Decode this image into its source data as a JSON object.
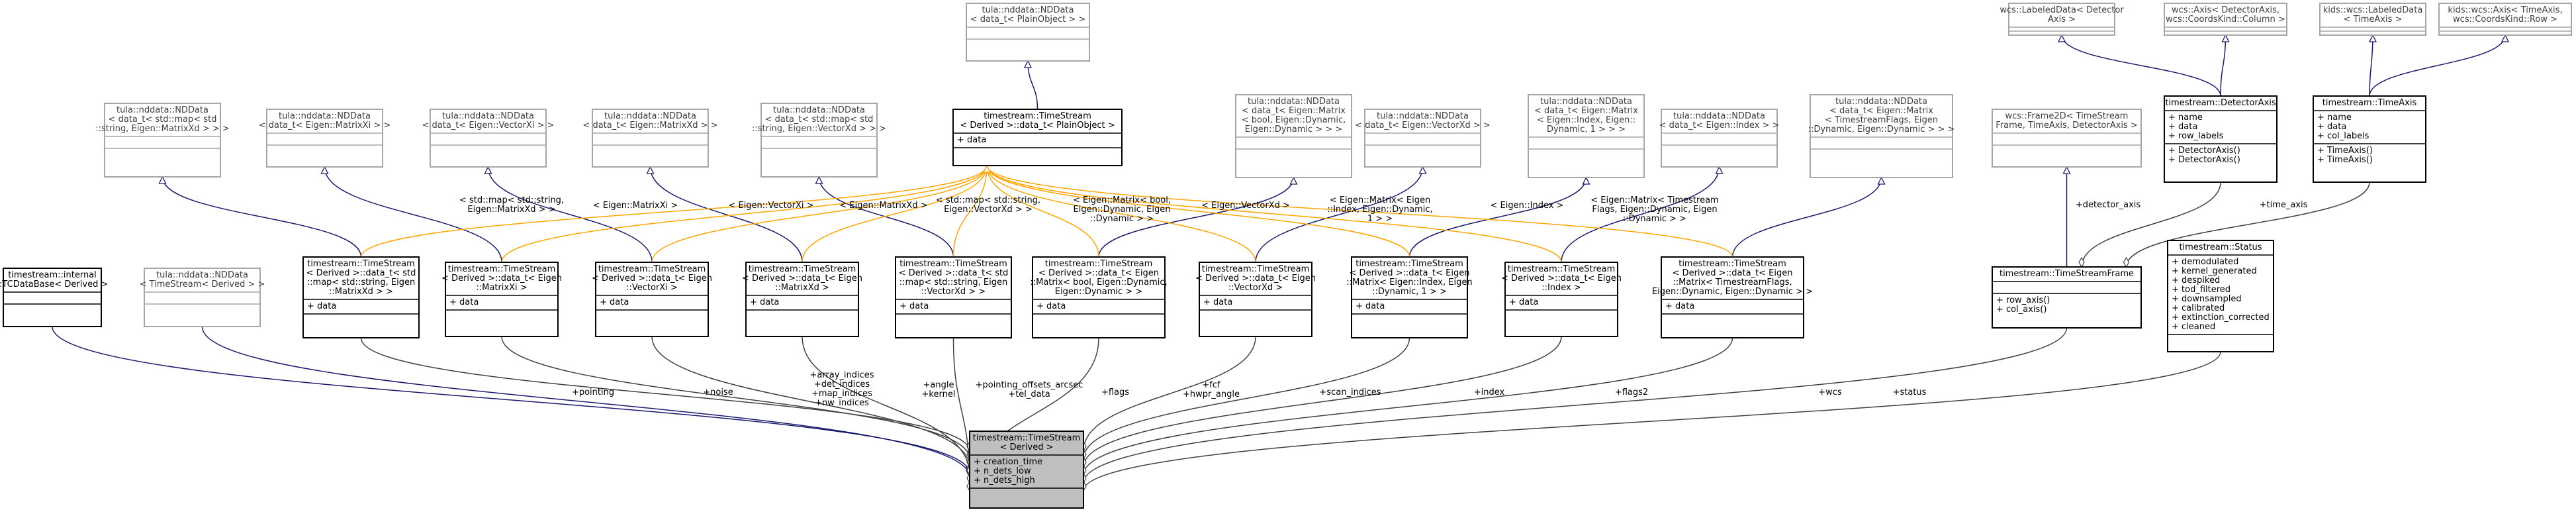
{
  "classes": [
    {
      "id": "target",
      "title": [
        "timestream::TimeStream",
        "< Derived >"
      ],
      "members": [
        [
          "creation_time",
          "n_dets_low",
          "n_dets_high"
        ],
        []
      ],
      "style": "target"
    },
    {
      "id": "tcdatabase",
      "title": [
        "timestream::internal",
        "::TCDataBase< Derived >"
      ],
      "members": [
        [],
        []
      ],
      "style": "normal"
    },
    {
      "id": "nd_ts_derived",
      "title": [
        "tula::nddata::NDData",
        "< TimeStream< Derived > >"
      ],
      "members": [
        [],
        []
      ],
      "style": "gray"
    },
    {
      "id": "ts_map_matrix",
      "title": [
        "timestream::TimeStream",
        "< Derived >::data_t< std",
        "::map< std::string, Eigen",
        "::MatrixXd > >"
      ],
      "members": [
        [
          "data"
        ],
        []
      ],
      "style": "normal"
    },
    {
      "id": "ts_matrixxi",
      "title": [
        "timestream::TimeStream",
        "< Derived >::data_t< Eigen",
        "::MatrixXi >"
      ],
      "members": [
        [
          "data"
        ],
        []
      ],
      "style": "normal"
    },
    {
      "id": "ts_vectorxi",
      "title": [
        "timestream::TimeStream",
        "< Derived >::data_t< Eigen",
        "::VectorXi >"
      ],
      "members": [
        [
          "data"
        ],
        []
      ],
      "style": "normal"
    },
    {
      "id": "ts_matrixxd",
      "title": [
        "timestream::TimeStream",
        "< Derived >::data_t< Eigen",
        "::MatrixXd >"
      ],
      "members": [
        [
          "data"
        ],
        []
      ],
      "style": "normal"
    },
    {
      "id": "ts_map_vector",
      "title": [
        "timestream::TimeStream",
        "< Derived >::data_t< std",
        "::map< std::string, Eigen",
        "::VectorXd > >"
      ],
      "members": [
        [
          "data"
        ],
        []
      ],
      "style": "normal"
    },
    {
      "id": "ts_matrix_bool",
      "title": [
        "timestream::TimeStream",
        "< Derived >::data_t< Eigen",
        "::Matrix< bool, Eigen::Dynamic,",
        "Eigen::Dynamic > >"
      ],
      "members": [
        [
          "data"
        ],
        []
      ],
      "style": "normal"
    },
    {
      "id": "ts_vectorxd",
      "title": [
        "timestream::TimeStream",
        "< Derived >::data_t< Eigen",
        "::VectorXd >"
      ],
      "members": [
        [
          "data"
        ],
        []
      ],
      "style": "normal"
    },
    {
      "id": "ts_matrix_index",
      "title": [
        "timestream::TimeStream",
        "< Derived >::data_t< Eigen",
        "::Matrix< Eigen::Index, Eigen",
        "::Dynamic, 1 > >"
      ],
      "members": [
        [
          "data"
        ],
        []
      ],
      "style": "normal"
    },
    {
      "id": "ts_index",
      "title": [
        "timestream::TimeStream",
        "< Derived >::data_t< Eigen",
        "::Index >"
      ],
      "members": [
        [
          "data"
        ],
        []
      ],
      "style": "normal"
    },
    {
      "id": "ts_flags",
      "title": [
        "timestream::TimeStream",
        "< Derived >::data_t< Eigen",
        "::Matrix< TimestreamFlags,",
        "Eigen::Dynamic, Eigen::Dynamic > >"
      ],
      "members": [
        [
          "data"
        ],
        []
      ],
      "style": "normal"
    },
    {
      "id": "ts_frame",
      "title": [
        "timestream::TimeStreamFrame"
      ],
      "members": [
        [],
        [
          "row_axis()",
          "col_axis()"
        ]
      ],
      "style": "normal"
    },
    {
      "id": "status",
      "title": [
        "timestream::Status"
      ],
      "members": [
        [
          "demodulated",
          "kernel_generated",
          "despiked",
          "tod_filtered",
          "downsampled",
          "calibrated",
          "extinction_corrected",
          "cleaned"
        ],
        []
      ],
      "style": "normal"
    },
    {
      "id": "nd_plain",
      "title": [
        "tula::nddata::NDData",
        "< data_t< PlainObject > >"
      ],
      "members": [
        [],
        []
      ],
      "style": "gray"
    },
    {
      "id": "ts_plain",
      "title": [
        "timestream::TimeStream",
        "< Derived >::data_t< PlainObject >"
      ],
      "members": [
        [
          "data"
        ],
        []
      ],
      "style": "normal"
    },
    {
      "id": "nd_map_matrix",
      "title": [
        "tula::nddata::NDData",
        "< data_t< std::map< std",
        "::string, Eigen::MatrixXd > > >"
      ],
      "members": [
        [],
        []
      ],
      "style": "gray"
    },
    {
      "id": "nd_matrixxi",
      "title": [
        "tula::nddata::NDData",
        "< data_t< Eigen::MatrixXi > >"
      ],
      "members": [
        [],
        []
      ],
      "style": "gray"
    },
    {
      "id": "nd_vectorxi",
      "title": [
        "tula::nddata::NDData",
        "< data_t< Eigen::VectorXi > >"
      ],
      "members": [
        [],
        []
      ],
      "style": "gray"
    },
    {
      "id": "nd_matrixxd",
      "title": [
        "tula::nddata::NDData",
        "< data_t< Eigen::MatrixXd > >"
      ],
      "members": [
        [],
        []
      ],
      "style": "gray"
    },
    {
      "id": "nd_map_vector",
      "title": [
        "tula::nddata::NDData",
        "< data_t< std::map< std",
        "::string, Eigen::VectorXd > > >"
      ],
      "members": [
        [],
        []
      ],
      "style": "gray"
    },
    {
      "id": "nd_matrix_bool",
      "title": [
        "tula::nddata::NDData",
        "< data_t< Eigen::Matrix",
        "< bool, Eigen::Dynamic,",
        "Eigen::Dynamic > > >"
      ],
      "members": [
        [],
        []
      ],
      "style": "gray"
    },
    {
      "id": "nd_vectorxd",
      "title": [
        "tula::nddata::NDData",
        "< data_t< Eigen::VectorXd > >"
      ],
      "members": [
        [],
        []
      ],
      "style": "gray"
    },
    {
      "id": "nd_matrix_index",
      "title": [
        "tula::nddata::NDData",
        "< data_t< Eigen::Matrix",
        "< Eigen::Index, Eigen::",
        "Dynamic, 1 > > >"
      ],
      "members": [
        [],
        []
      ],
      "style": "gray"
    },
    {
      "id": "nd_index",
      "title": [
        "tula::nddata::NDData",
        "< data_t< Eigen::Index > >"
      ],
      "members": [
        [],
        []
      ],
      "style": "gray"
    },
    {
      "id": "nd_flags",
      "title": [
        "tula::nddata::NDData",
        "< data_t< Eigen::Matrix",
        "< TimestreamFlags, Eigen",
        "::Dynamic, Eigen::Dynamic > > >"
      ],
      "members": [
        [],
        []
      ],
      "style": "gray"
    },
    {
      "id": "wcs_frame2d",
      "title": [
        "wcs::Frame2D< TimeStream",
        "Frame, TimeAxis, DetectorAxis >"
      ],
      "members": [
        [],
        []
      ],
      "style": "gray"
    },
    {
      "id": "detector_axis",
      "title": [
        "timestream::DetectorAxis"
      ],
      "members": [
        [
          "name",
          "data",
          "row_labels"
        ],
        [
          "DetectorAxis()",
          "DetectorAxis()"
        ]
      ],
      "style": "normal"
    },
    {
      "id": "time_axis",
      "title": [
        "timestream::TimeAxis"
      ],
      "members": [
        [
          "name",
          "data",
          "col_labels"
        ],
        [
          "TimeAxis()",
          "TimeAxis()"
        ]
      ],
      "style": "normal"
    },
    {
      "id": "wcs_labeled",
      "title": [
        "wcs::LabeledData< Detector",
        "Axis >"
      ],
      "members": [
        [],
        []
      ],
      "style": "gray"
    },
    {
      "id": "wcs_axis_detector",
      "title": [
        "wcs::Axis< DetectorAxis,",
        "wcs::CoordsKind::Column >"
      ],
      "members": [
        [],
        []
      ],
      "style": "gray"
    },
    {
      "id": "kids_labeled",
      "title": [
        "kids::wcs::LabeledData",
        "< TimeAxis >"
      ],
      "members": [
        [],
        []
      ],
      "style": "gray"
    },
    {
      "id": "kids_axis_time",
      "title": [
        "kids::wcs::Axis< TimeAxis,",
        "wcs::CoordsKind::Row >"
      ],
      "members": [
        [],
        []
      ],
      "style": "gray"
    }
  ],
  "edge_labels": [
    {
      "id": "pointing",
      "lines": [
        "+pointing"
      ]
    },
    {
      "id": "noise",
      "lines": [
        "+noise"
      ]
    },
    {
      "id": "indices",
      "lines": [
        "+array_indices",
        "+det_indices",
        "+map_indices",
        "+nw_indices"
      ]
    },
    {
      "id": "angle",
      "lines": [
        "+angle",
        "+kernel"
      ]
    },
    {
      "id": "offsets",
      "lines": [
        "+pointing_offsets_arcsec",
        "+tel_data"
      ]
    },
    {
      "id": "flags",
      "lines": [
        "+flags"
      ]
    },
    {
      "id": "fcf",
      "lines": [
        "+fcf",
        "+hwpr_angle"
      ]
    },
    {
      "id": "scan",
      "lines": [
        "+scan_indices"
      ]
    },
    {
      "id": "index",
      "lines": [
        "+index"
      ]
    },
    {
      "id": "flags2",
      "lines": [
        "+flags2"
      ]
    },
    {
      "id": "wcs",
      "lines": [
        "+wcs"
      ]
    },
    {
      "id": "status_lbl",
      "lines": [
        "+status"
      ]
    },
    {
      "id": "detector_axis_lbl",
      "lines": [
        "+detector_axis"
      ]
    },
    {
      "id": "time_axis_lbl",
      "lines": [
        "+time_axis"
      ]
    },
    {
      "id": "t_map_matrix",
      "lines": [
        "< std::map< std::string,",
        "Eigen::MatrixXd > >"
      ]
    },
    {
      "id": "t_matrixxi",
      "lines": [
        "< Eigen::MatrixXi >"
      ]
    },
    {
      "id": "t_vectorxi",
      "lines": [
        "< Eigen::VectorXi >"
      ]
    },
    {
      "id": "t_matrixxd",
      "lines": [
        "< Eigen::MatrixXd >"
      ]
    },
    {
      "id": "t_map_vector",
      "lines": [
        "< std::map< std::string,",
        "Eigen::VectorXd > >"
      ]
    },
    {
      "id": "t_matrix_bool",
      "lines": [
        "< Eigen::Matrix< bool,",
        "Eigen::Dynamic, Eigen",
        "::Dynamic > >"
      ]
    },
    {
      "id": "t_vectorxd",
      "lines": [
        "< Eigen::VectorXd >"
      ]
    },
    {
      "id": "t_matrix_index",
      "lines": [
        "< Eigen::Matrix< Eigen",
        "::Index, Eigen::Dynamic,",
        "1 > >"
      ]
    },
    {
      "id": "t_index",
      "lines": [
        "< Eigen::Index >"
      ]
    },
    {
      "id": "t_flags",
      "lines": [
        "< Eigen::Matrix< Timestream",
        "Flags, Eigen::Dynamic, Eigen",
        "::Dynamic > >"
      ]
    }
  ],
  "colors": {
    "inheritance": "#191970",
    "template_instance": "#ffa500",
    "usage": "#404040",
    "target_fill": "#bfbfbf",
    "box_border": "#000000",
    "external_border": "#a6a6a6"
  }
}
